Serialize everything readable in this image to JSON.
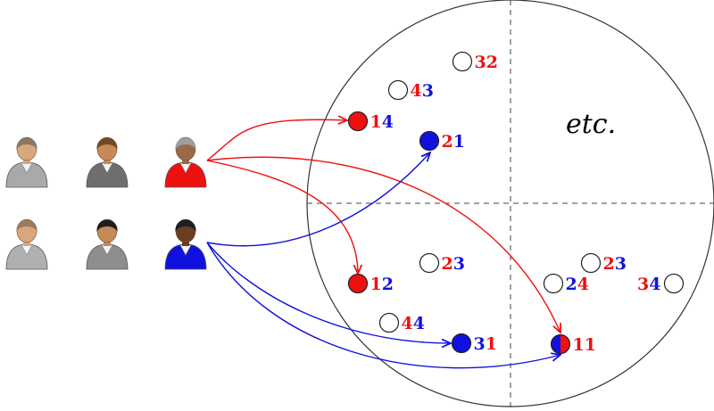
{
  "colors": {
    "red": "#ee1111",
    "blue": "#1111dd",
    "ink": "#222222",
    "skin_light": "#d9a77e",
    "skin_tan": "#c58a55",
    "skin_dark": "#6b3e22"
  },
  "people_icons": [
    {
      "name": "person-gray-man",
      "shirt": "#a9a9a9",
      "skin": "#d9a77e",
      "hair": "#8a7766"
    },
    {
      "name": "person-dark-suit-man",
      "shirt": "#6e6e6e",
      "skin": "#c58a55",
      "hair": "#6e4a26"
    },
    {
      "name": "person-red-woman",
      "shirt": "#ee1111",
      "skin": "#9a6a48",
      "hair": "#9e9e9e"
    },
    {
      "name": "person-gray-woman",
      "shirt": "#b0b0b0",
      "skin": "#d9a77e",
      "hair": "#9b7a5e"
    },
    {
      "name": "person-gray-woman-dark-hair",
      "shirt": "#8e8e8e",
      "skin": "#c58a55",
      "hair": "#1e1e1e"
    },
    {
      "name": "person-blue-woman",
      "shirt": "#1111dd",
      "skin": "#6b3e22",
      "hair": "#1e1e1e"
    }
  ],
  "nodes": [
    {
      "id": "32",
      "fill": "none",
      "digits": [
        {
          "t": "3",
          "c": "red"
        },
        {
          "t": "2",
          "c": "red"
        }
      ]
    },
    {
      "id": "43",
      "fill": "none",
      "digits": [
        {
          "t": "4",
          "c": "red"
        },
        {
          "t": "3",
          "c": "blue"
        }
      ]
    },
    {
      "id": "14",
      "fill": "red",
      "digits": [
        {
          "t": "1",
          "c": "red"
        },
        {
          "t": "4",
          "c": "blue"
        }
      ]
    },
    {
      "id": "21",
      "fill": "blue",
      "digits": [
        {
          "t": "2",
          "c": "red"
        },
        {
          "t": "1",
          "c": "blue"
        }
      ]
    },
    {
      "id": "23a",
      "fill": "none",
      "digits": [
        {
          "t": "2",
          "c": "red"
        },
        {
          "t": "3",
          "c": "blue"
        }
      ]
    },
    {
      "id": "12",
      "fill": "red",
      "digits": [
        {
          "t": "1",
          "c": "red"
        },
        {
          "t": "2",
          "c": "blue"
        }
      ]
    },
    {
      "id": "23b",
      "fill": "none",
      "digits": [
        {
          "t": "2",
          "c": "red"
        },
        {
          "t": "3",
          "c": "blue"
        }
      ]
    },
    {
      "id": "24",
      "fill": "none",
      "digits": [
        {
          "t": "2",
          "c": "blue"
        },
        {
          "t": "4",
          "c": "red"
        }
      ]
    },
    {
      "id": "34",
      "fill": "none",
      "digits": [
        {
          "t": "3",
          "c": "red"
        },
        {
          "t": "4",
          "c": "blue"
        }
      ]
    },
    {
      "id": "44",
      "fill": "none",
      "digits": [
        {
          "t": "4",
          "c": "red"
        },
        {
          "t": "4",
          "c": "blue"
        }
      ]
    },
    {
      "id": "31",
      "fill": "blue",
      "digits": [
        {
          "t": "3",
          "c": "blue"
        },
        {
          "t": "1",
          "c": "red"
        }
      ]
    },
    {
      "id": "11",
      "fill": "split",
      "digits": [
        {
          "t": "1",
          "c": "red"
        },
        {
          "t": "1",
          "c": "red"
        }
      ]
    }
  ],
  "etc_label": "etc."
}
